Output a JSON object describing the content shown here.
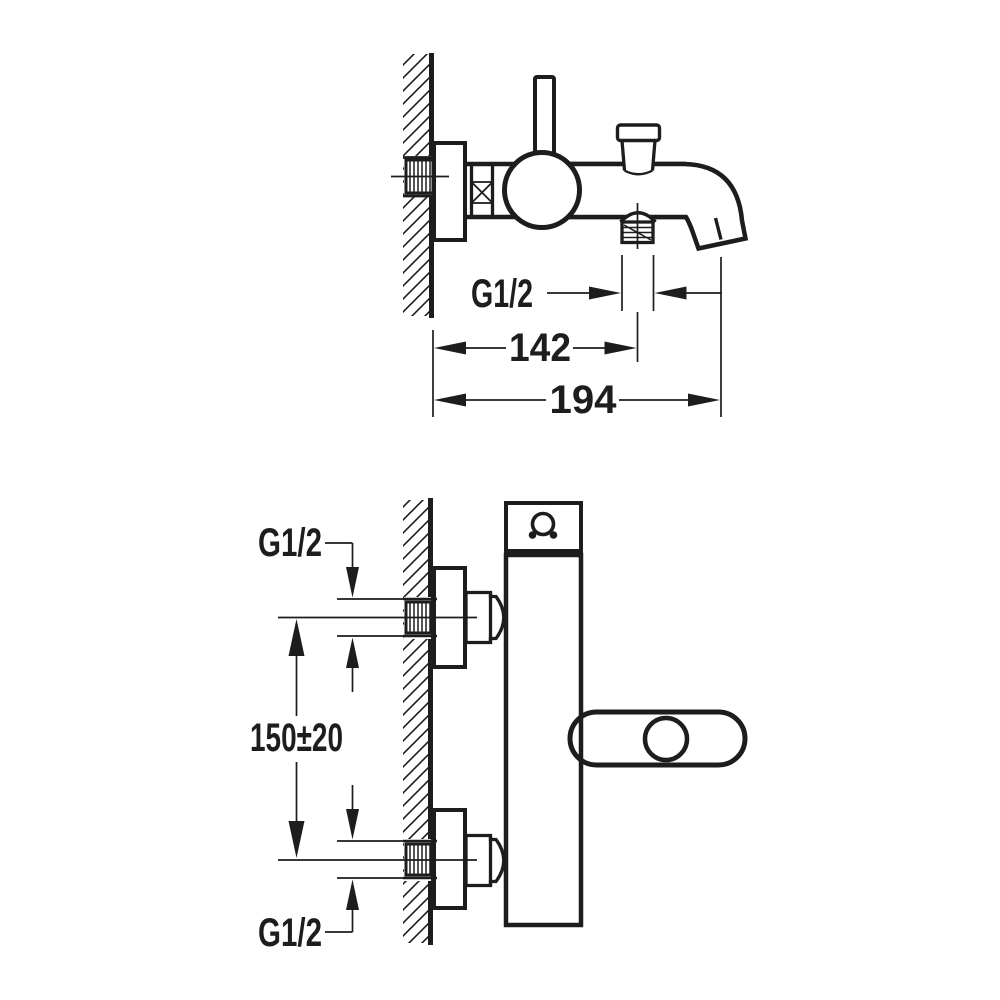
{
  "colors": {
    "background": "#ffffff",
    "line": "#1d1d1d"
  },
  "top_view": {
    "labels": {
      "thread_size": "G1/2",
      "wall_to_diverter": "142",
      "wall_to_spout_end": "194"
    }
  },
  "bottom_view": {
    "labels": {
      "top_thread_size": "G1/2",
      "inlet_spacing": "150±20",
      "bottom_thread_size": "G1/2"
    }
  },
  "icons": {
    "cap_symbol": "shower-mixer-icon"
  }
}
